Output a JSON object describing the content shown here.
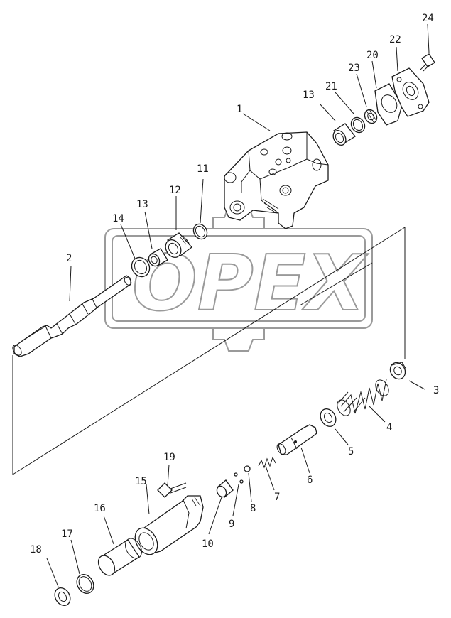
{
  "watermark": {
    "text": "OPEX",
    "color": "#9a9a9a"
  },
  "labels": [
    {
      "id": "1",
      "text": "1"
    },
    {
      "id": "2",
      "text": "2"
    },
    {
      "id": "3",
      "text": "3"
    },
    {
      "id": "4",
      "text": "4"
    },
    {
      "id": "5",
      "text": "5"
    },
    {
      "id": "6",
      "text": "6"
    },
    {
      "id": "7",
      "text": "7"
    },
    {
      "id": "8",
      "text": "8"
    },
    {
      "id": "9",
      "text": "9"
    },
    {
      "id": "10",
      "text": "10"
    },
    {
      "id": "11",
      "text": "11"
    },
    {
      "id": "12",
      "text": "12"
    },
    {
      "id": "13a",
      "text": "13"
    },
    {
      "id": "13b",
      "text": "13"
    },
    {
      "id": "14",
      "text": "14"
    },
    {
      "id": "15",
      "text": "15"
    },
    {
      "id": "16",
      "text": "16"
    },
    {
      "id": "17",
      "text": "17"
    },
    {
      "id": "18",
      "text": "18"
    },
    {
      "id": "19",
      "text": "19"
    },
    {
      "id": "20",
      "text": "20"
    },
    {
      "id": "21",
      "text": "21"
    },
    {
      "id": "22",
      "text": "22"
    },
    {
      "id": "23",
      "text": "23"
    },
    {
      "id": "24",
      "text": "24"
    }
  ]
}
